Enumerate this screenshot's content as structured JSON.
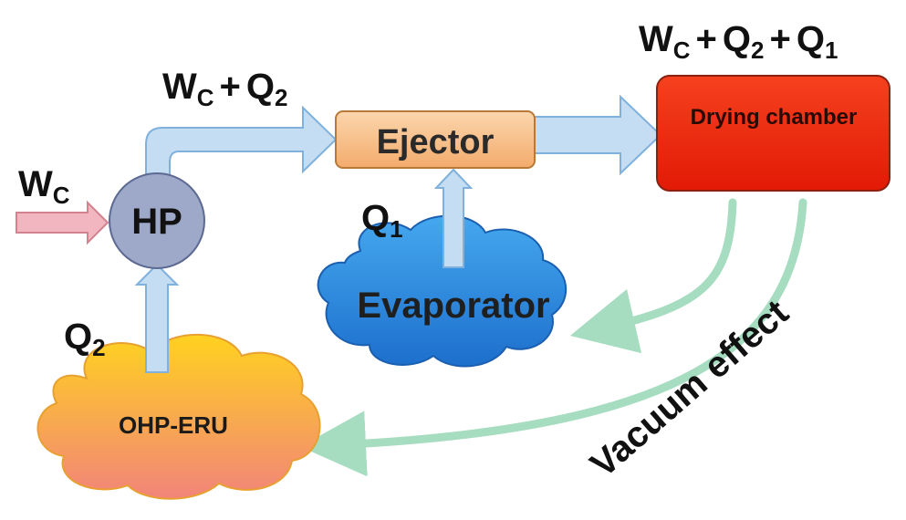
{
  "labels": {
    "wc_main": "W",
    "wc_sub": "C",
    "hp": "HP",
    "ejector": "Ejector",
    "drying_chamber": "Drying chamber",
    "evaporator": "Evaporator",
    "ohp_eru": "OHP-ERU",
    "vacuum_effect": "Vacuum effect",
    "q_main": "Q",
    "sub_1": "1",
    "sub_2": "2",
    "plus": "+"
  },
  "colors": {
    "blue_arrow_fill": "#c4ddf2",
    "blue_arrow_stroke": "#7fb1dc",
    "pink_arrow_fill": "#f2b6c0",
    "pink_arrow_stroke": "#d2838f",
    "green_arrow": "#a6dcc0",
    "hp_fill": "#9ea8c9",
    "ejector_fill": "#f7c089",
    "drying_fill": "#ee2a0e",
    "evaporator_fill": "#2f8ee0",
    "ohp_fill": "#f7b835"
  }
}
